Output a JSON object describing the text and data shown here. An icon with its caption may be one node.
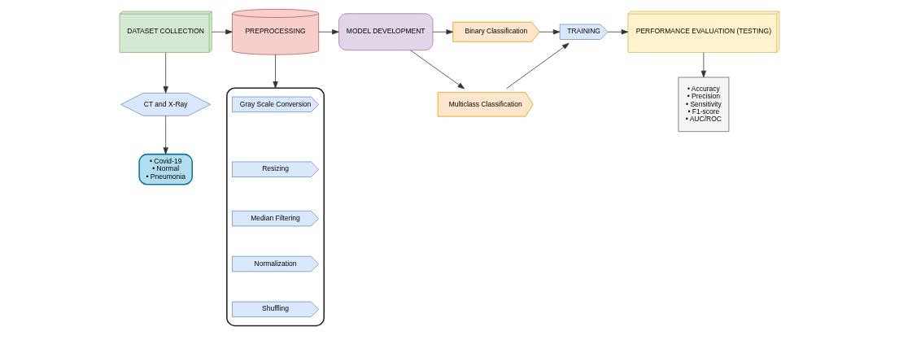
{
  "diagram": {
    "nodes": [
      {
        "text": [
          "DATASET COLLECTION"
        ]
      },
      {
        "text": [
          "CT and X-Ray"
        ]
      },
      {
        "text": [
          "• Covid-19",
          "• Normal",
          "• Pneumonia"
        ]
      },
      {
        "text": [
          "PREPROCESSING"
        ]
      },
      {
        "text": [],
        "shape": "box"
      },
      {
        "text": [
          "Gray Scale Conversion"
        ],
        "in": 4
      },
      {
        "text": [
          "Resizing"
        ],
        "in": 4
      },
      {
        "text": [
          "Median Filtering"
        ],
        "in": 4
      },
      {
        "text": [
          "Normalization"
        ],
        "in": 4
      },
      {
        "text": [
          "Shuffling"
        ],
        "in": 4
      },
      {
        "text": [
          "MODEL DEVELOPMENT"
        ]
      },
      {
        "text": [
          "Binary Classification"
        ]
      },
      {
        "text": [
          "Multiclass Classification"
        ]
      },
      {
        "text": [
          "TRAINING"
        ]
      },
      {
        "text": [
          "PERFORMANCE EVALUATION (TESTING)"
        ]
      },
      {
        "text": [
          "• Accuracy",
          "• Precision",
          "• Sensitivity",
          "• F1-score",
          "• AUC/ROC"
        ]
      }
    ],
    "edges": [
      {
        "from": 0,
        "to": 3,
        "arrow": "to"
      },
      {
        "from": 0,
        "to": 1,
        "arrow": "to"
      },
      {
        "from": 1,
        "to": 2,
        "arrow": "to"
      },
      {
        "from": 3,
        "to": 4,
        "arrow": "to"
      },
      {
        "from": 3,
        "to": 10,
        "arrow": "to"
      },
      {
        "from": 10,
        "to": 11,
        "arrow": "to"
      },
      {
        "from": 10,
        "to": 12,
        "arrow": "to"
      },
      {
        "from": 11,
        "to": 13,
        "arrow": "to"
      },
      {
        "from": 12,
        "to": 13,
        "arrow": "to"
      },
      {
        "from": 13,
        "to": 14,
        "arrow": "to"
      },
      {
        "from": 14,
        "to": 15,
        "arrow": "to"
      }
    ]
  }
}
